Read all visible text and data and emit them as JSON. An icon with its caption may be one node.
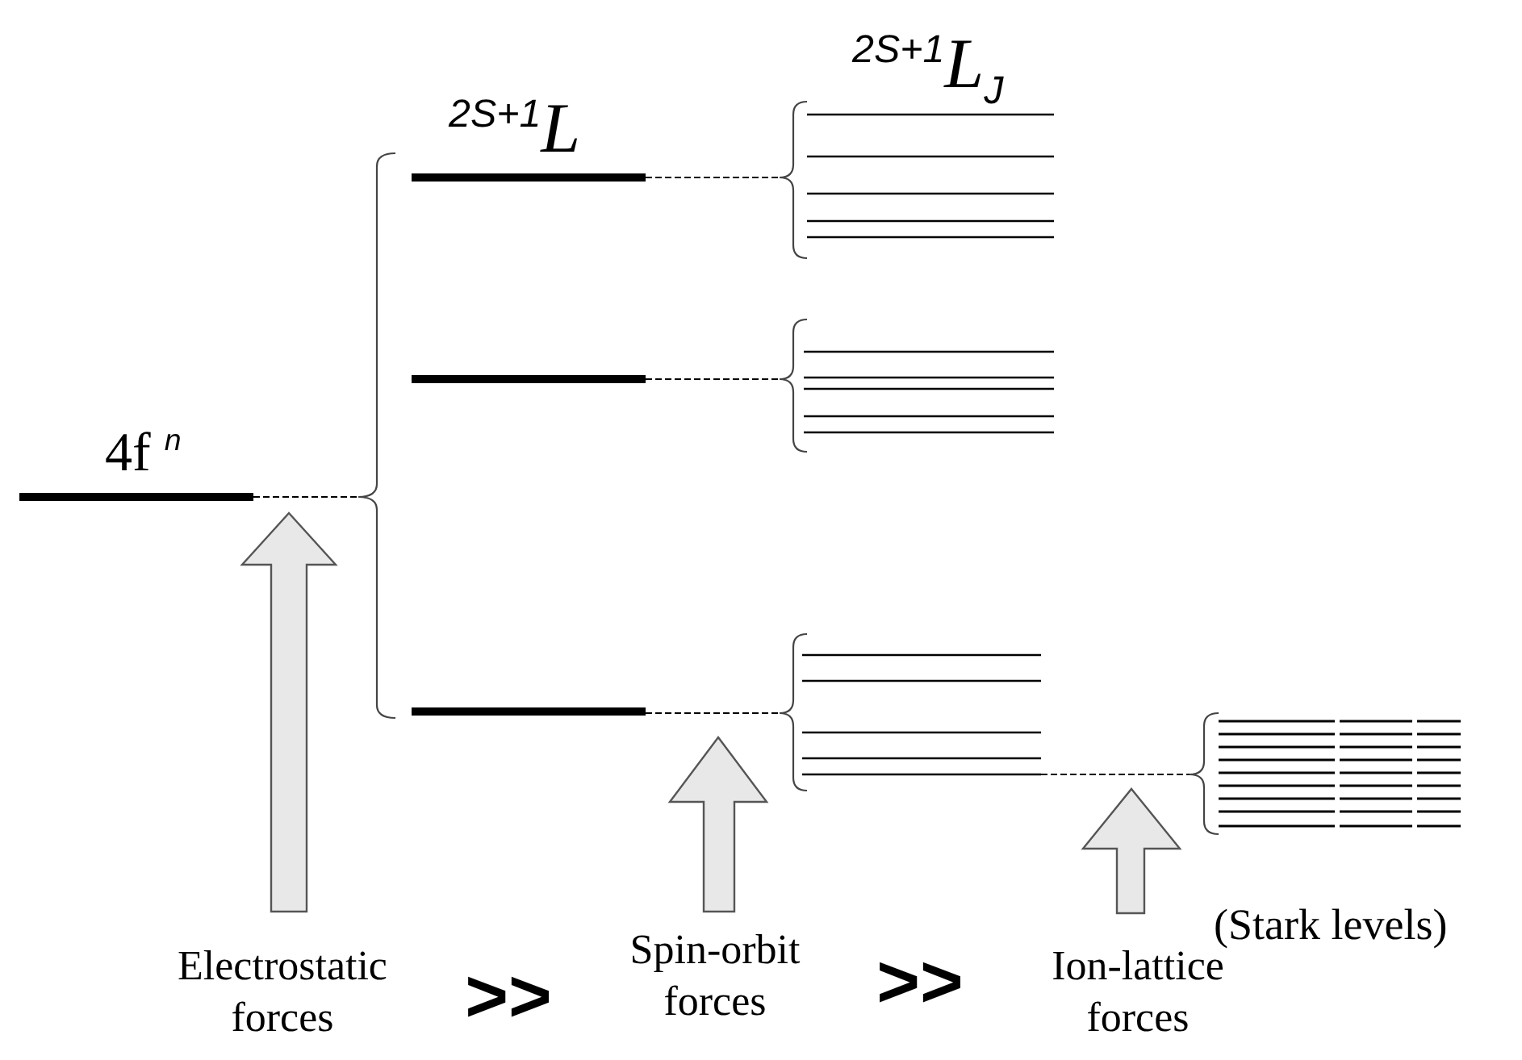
{
  "diagram": {
    "nodes": [
      {
        "text": [
          "4f $^{n}$"
        ]
      },
      {
        "text": [],
        "shape": "bracket"
      },
      {
        "text": [
          "$^{2S+1}$*L*"
        ],
        "in": 1
      },
      {
        "text": [],
        "shape": "bar",
        "in": 1
      },
      {
        "text": [],
        "shape": "bar",
        "in": 1
      },
      {
        "text": [
          "$^{2S+1}$*L*$_{J}$"
        ]
      },
      {
        "text": [],
        "shape": "bracket"
      },
      {
        "text": [],
        "shape": "bracket"
      },
      {
        "text": [],
        "shape": "bracket",
        "beside": [
          "(Stark levels)"
        ]
      }
    ],
    "edges": [
      {
        "from": 0,
        "to": 1,
        "arrow": "none",
        "style": "dashed"
      },
      {
        "from": 2,
        "to": 5,
        "arrow": "none",
        "style": "dashed"
      },
      {
        "from": 3,
        "to": 6,
        "arrow": "none",
        "style": "dashed"
      },
      {
        "from": 4,
        "to": 7,
        "arrow": "none",
        "style": "dashed"
      },
      {
        "from": 7,
        "to": 8,
        "arrow": "none",
        "style": "dashed"
      }
    ],
    "labels": [
      "Electrostatic forces",
      ">>",
      "Spin-orbit forces",
      ">>",
      "Ion-lattice forces"
    ]
  }
}
